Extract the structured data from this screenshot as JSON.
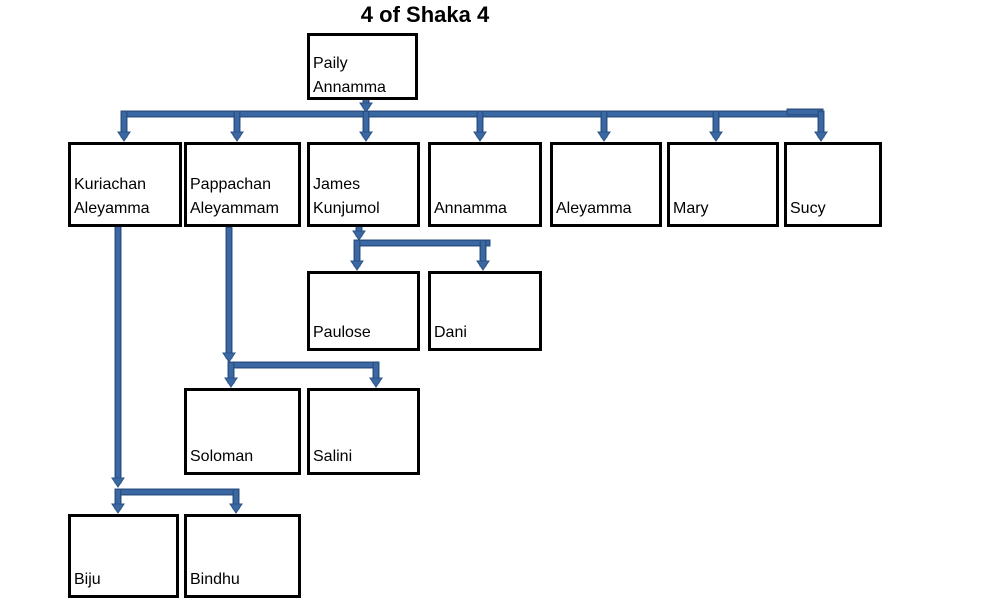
{
  "title": "4 of Shaka 4",
  "connector_color": "#3A68A3",
  "people": {
    "root": {
      "line1": "Paily",
      "line2": "Annamma"
    },
    "kuriachan": {
      "line1": "Kuriachan",
      "line2": "Aleyamma"
    },
    "pappachan": {
      "line1": "Pappachan",
      "line2": "Aleyammam"
    },
    "james": {
      "line1": "James",
      "line2": "Kunjumol"
    },
    "annamma": {
      "line1": "Annamma"
    },
    "aleyamma": {
      "line1": "Aleyamma"
    },
    "mary": {
      "line1": "Mary"
    },
    "sucy": {
      "line1": "Sucy"
    },
    "paulose": {
      "line1": "Paulose"
    },
    "dani": {
      "line1": "Dani"
    },
    "soloman": {
      "line1": "Soloman"
    },
    "salini": {
      "line1": "Salini"
    },
    "biju": {
      "line1": "Biju"
    },
    "bindhu": {
      "line1": "Bindhu"
    }
  }
}
